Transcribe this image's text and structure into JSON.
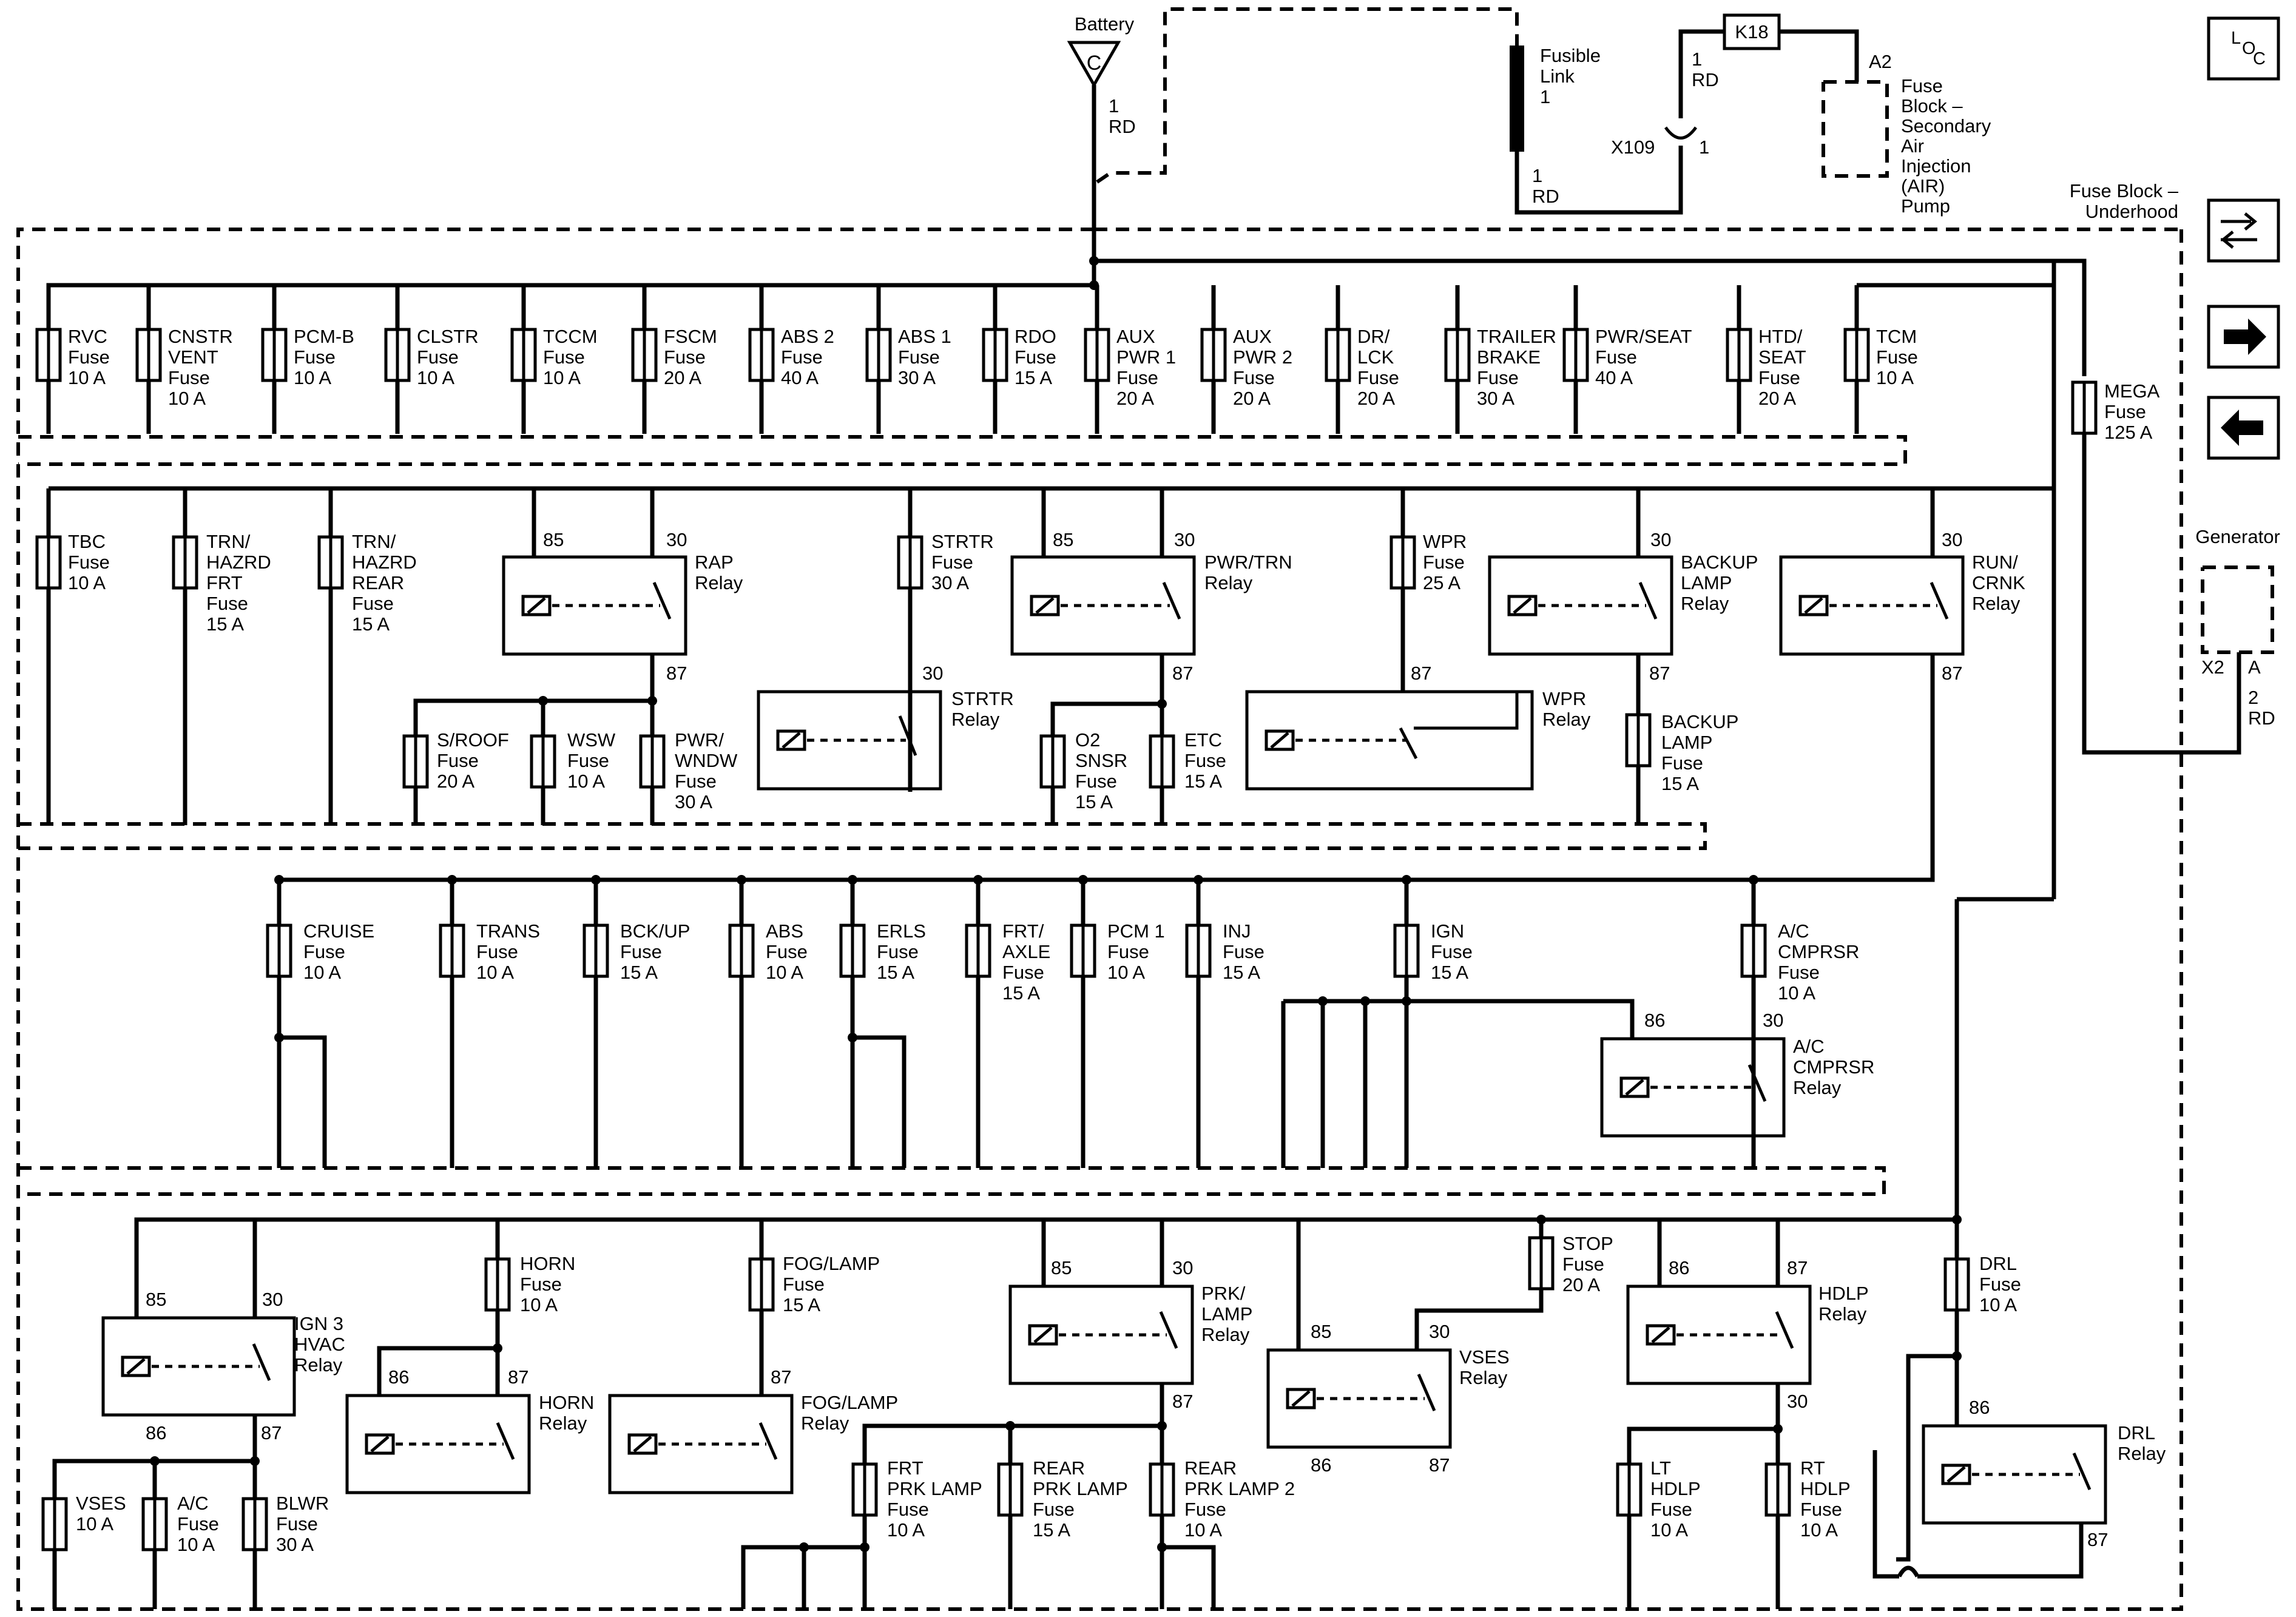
{
  "header": {
    "battery": "Battery",
    "battery_terminal": "C",
    "battery_wire": [
      "1",
      "RD"
    ],
    "fusible_link": [
      "Fusible",
      "Link",
      "1"
    ],
    "fusible_wire": [
      "1",
      "RD"
    ],
    "k18": "K18",
    "k18_wire": [
      "1",
      "RD"
    ],
    "x109": "X109",
    "x109_pin": "1",
    "a2": "A2",
    "air_pump_block": [
      "Fuse",
      "Block –",
      "Secondary",
      "Air",
      "Injection",
      "(AIR)",
      "Pump"
    ],
    "underhood_block": [
      "Fuse Block –",
      "Underhood"
    ],
    "loc": [
      "L",
      "O",
      "C"
    ]
  },
  "generator": {
    "label": "Generator",
    "pins": [
      "X2",
      "A"
    ],
    "wire": [
      "2",
      "RD"
    ]
  },
  "mega_fuse": [
    "MEGA",
    "Fuse",
    "125 A"
  ],
  "row1_fuses": [
    [
      "RVC",
      "Fuse",
      "10 A"
    ],
    [
      "CNSTR",
      "VENT",
      "Fuse",
      "10 A"
    ],
    [
      "PCM-B",
      "Fuse",
      "10 A"
    ],
    [
      "CLSTR",
      "Fuse",
      "10 A"
    ],
    [
      "TCCM",
      "Fuse",
      "10 A"
    ],
    [
      "FSCM",
      "Fuse",
      "20 A"
    ],
    [
      "ABS 2",
      "Fuse",
      "40 A"
    ],
    [
      "ABS 1",
      "Fuse",
      "30 A"
    ],
    [
      "RDO",
      "Fuse",
      "15 A"
    ],
    [
      "AUX",
      "PWR 1",
      "Fuse",
      "20 A"
    ],
    [
      "AUX",
      "PWR 2",
      "Fuse",
      "20 A"
    ],
    [
      "DR/",
      "LCK",
      "Fuse",
      "20 A"
    ],
    [
      "TRAILER",
      "BRAKE",
      "Fuse",
      "30 A"
    ],
    [
      "PWR/SEAT",
      "Fuse",
      "40 A"
    ],
    [
      "HTD/",
      "SEAT",
      "Fuse",
      "20 A"
    ],
    [
      "TCM",
      "Fuse",
      "10 A"
    ]
  ],
  "row2": {
    "tbc": [
      "TBC",
      "Fuse",
      "10 A"
    ],
    "trn_frt": [
      "TRN/",
      "HAZRD",
      "FRT",
      "Fuse",
      "15 A"
    ],
    "trn_rear": [
      "TRN/",
      "HAZRD",
      "REAR",
      "Fuse",
      "15 A"
    ],
    "rap_relay": [
      "RAP",
      "Relay"
    ],
    "sroof": [
      "S/ROOF",
      "Fuse",
      "20 A"
    ],
    "wsw": [
      "WSW",
      "Fuse",
      "10 A"
    ],
    "pwr_wndw": [
      "PWR/",
      "WNDW",
      "Fuse",
      "30 A"
    ],
    "strtr_fuse": [
      "STRTR",
      "Fuse",
      "30 A"
    ],
    "strtr_relay": [
      "STRTR",
      "Relay"
    ],
    "pwr_trn_relay": [
      "PWR/TRN",
      "Relay"
    ],
    "o2": [
      "O2",
      "SNSR",
      "Fuse",
      "15 A"
    ],
    "etc": [
      "ETC",
      "Fuse",
      "15 A"
    ],
    "wpr_fuse": [
      "WPR",
      "Fuse",
      "25 A"
    ],
    "wpr_relay": [
      "WPR",
      "Relay"
    ],
    "backup_relay": [
      "BACKUP",
      "LAMP",
      "Relay"
    ],
    "backup_fuse": [
      "BACKUP",
      "LAMP",
      "Fuse",
      "15 A"
    ],
    "run_crnk_relay": [
      "RUN/",
      "CRNK",
      "Relay"
    ]
  },
  "row3_fuses": [
    [
      "CRUISE",
      "Fuse",
      "10 A"
    ],
    [
      "TRANS",
      "Fuse",
      "10 A"
    ],
    [
      "BCK/UP",
      "Fuse",
      "15 A"
    ],
    [
      "ABS",
      "Fuse",
      "10 A"
    ],
    [
      "ERLS",
      "Fuse",
      "15 A"
    ],
    [
      "FRT/",
      "AXLE",
      "Fuse",
      "15 A"
    ],
    [
      "PCM 1",
      "Fuse",
      "10 A"
    ],
    [
      "INJ",
      "Fuse",
      "15 A"
    ],
    [
      "IGN",
      "Fuse",
      "15 A"
    ],
    [
      "A/C",
      "CMPRSR",
      "Fuse",
      "10 A"
    ]
  ],
  "row3": {
    "ac_relay": [
      "A/C",
      "CMPRSR",
      "Relay"
    ]
  },
  "row4": {
    "ign3_relay": [
      "IGN 3",
      "HVAC",
      "Relay"
    ],
    "vses_fuse": [
      "VSES",
      "10 A"
    ],
    "ac_fuse": [
      "A/C",
      "Fuse",
      "10 A"
    ],
    "blwr_fuse": [
      "BLWR",
      "Fuse",
      "30 A"
    ],
    "horn_fuse": [
      "HORN",
      "Fuse",
      "10 A"
    ],
    "horn_relay": [
      "HORN",
      "Relay"
    ],
    "fog_fuse": [
      "FOG/LAMP",
      "Fuse",
      "15 A"
    ],
    "fog_relay": [
      "FOG/LAMP",
      "Relay"
    ],
    "prk_relay": [
      "PRK/",
      "LAMP",
      "Relay"
    ],
    "frt_prk": [
      "FRT",
      "PRK LAMP",
      "Fuse",
      "10 A"
    ],
    "rear_prk": [
      "REAR",
      "PRK LAMP",
      "Fuse",
      "15 A"
    ],
    "rear_prk2": [
      "REAR",
      "PRK LAMP 2",
      "Fuse",
      "10 A"
    ],
    "vses_relay": [
      "VSES",
      "Relay"
    ],
    "stop_fuse": [
      "STOP",
      "Fuse",
      "20 A"
    ],
    "hdlp_relay": [
      "HDLP",
      "Relay"
    ],
    "lt_hdlp": [
      "LT",
      "HDLP",
      "Fuse",
      "10 A"
    ],
    "rt_hdlp": [
      "RT",
      "HDLP",
      "Fuse",
      "10 A"
    ],
    "drl_fuse": [
      "DRL",
      "Fuse",
      "10 A"
    ],
    "drl_relay": [
      "DRL",
      "Relay"
    ]
  },
  "pins": {
    "p85": "85",
    "p86": "86",
    "p87": "87",
    "p30": "30"
  },
  "icons": [
    "wrench-swap-icon",
    "arrow-right-icon",
    "arrow-left-icon"
  ]
}
